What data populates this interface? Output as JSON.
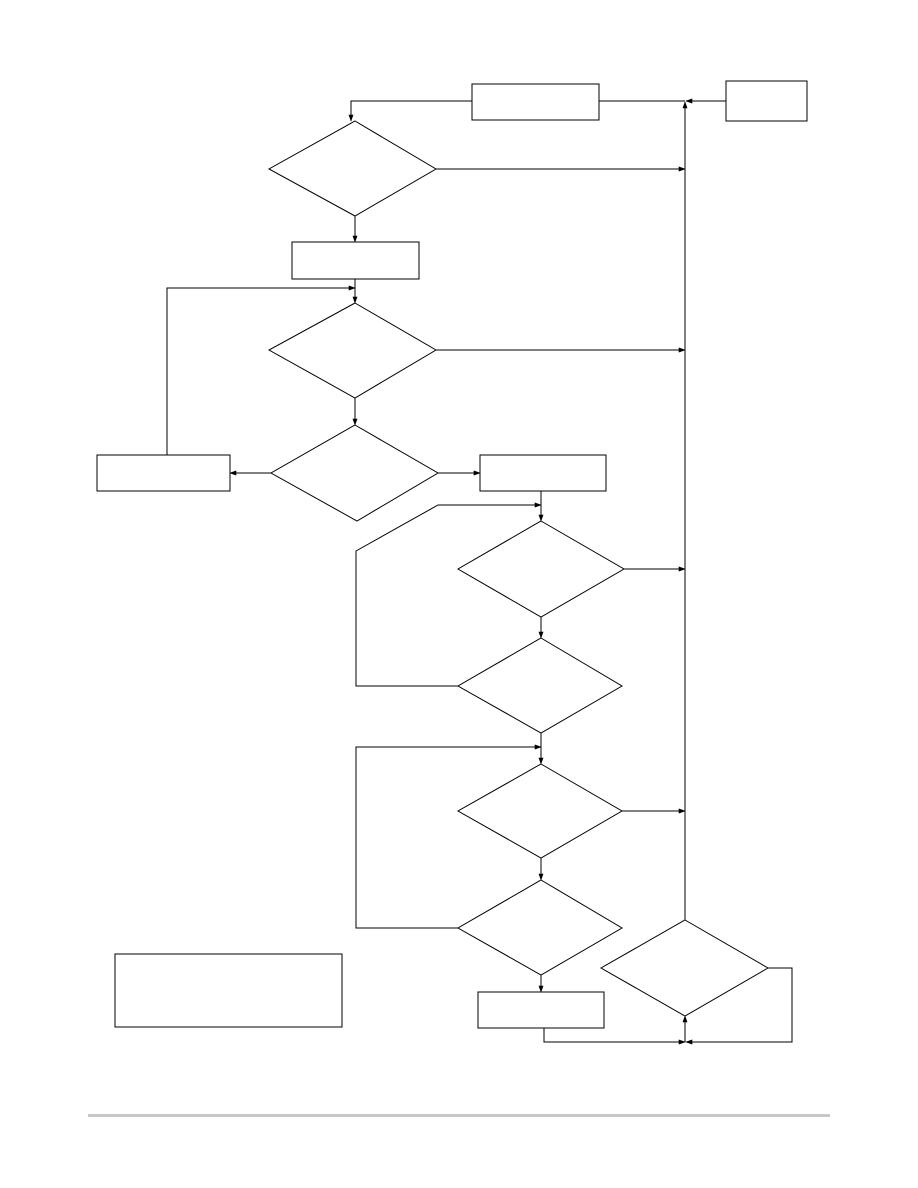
{
  "diagram": {
    "type": "flowchart",
    "boxes": [
      {
        "id": "box-top",
        "label": ""
      },
      {
        "id": "box-top-right",
        "label": ""
      },
      {
        "id": "box-2",
        "label": ""
      },
      {
        "id": "box-left",
        "label": ""
      },
      {
        "id": "box-right-mid",
        "label": ""
      },
      {
        "id": "box-bottom",
        "label": ""
      },
      {
        "id": "box-legend",
        "label": ""
      }
    ],
    "decisions": [
      {
        "id": "decision-1",
        "label": ""
      },
      {
        "id": "decision-2",
        "label": ""
      },
      {
        "id": "decision-3",
        "label": ""
      },
      {
        "id": "decision-4",
        "label": ""
      },
      {
        "id": "decision-5",
        "label": ""
      },
      {
        "id": "decision-6",
        "label": ""
      },
      {
        "id": "decision-7",
        "label": ""
      },
      {
        "id": "decision-8",
        "label": ""
      }
    ],
    "colors": {
      "stroke": "#000000",
      "background": "#ffffff",
      "footer_rule": "#c8c8c8"
    }
  }
}
